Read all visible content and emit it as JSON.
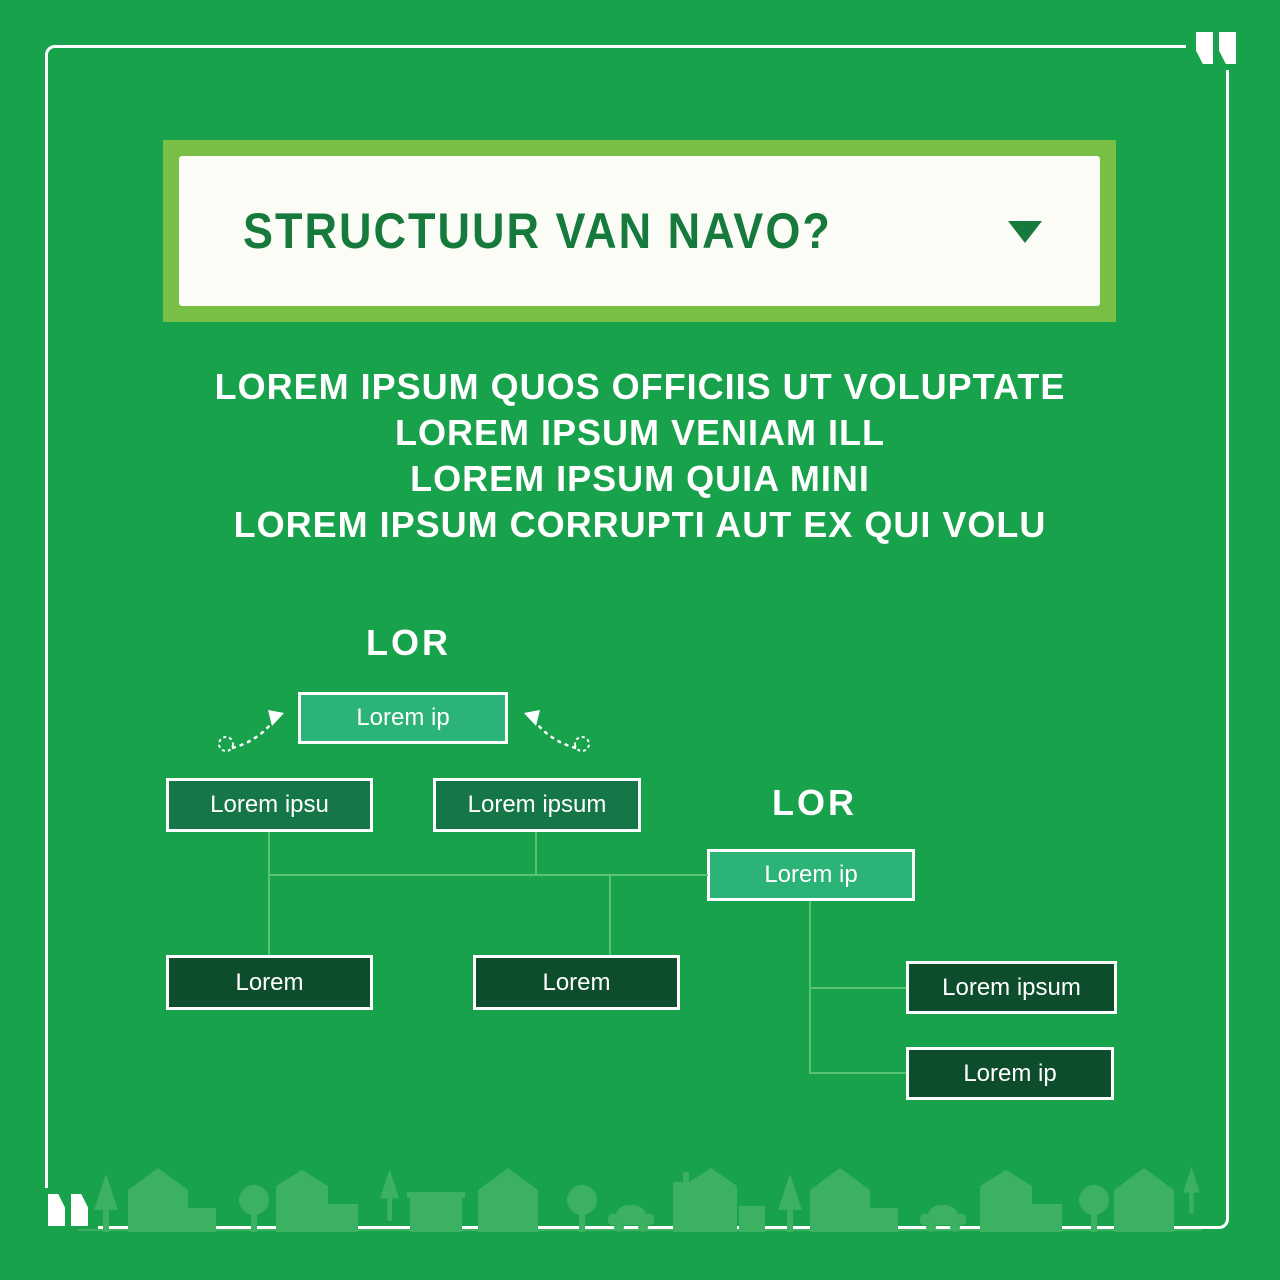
{
  "header": {
    "title": "STRUCTUUR VAN NAVO?"
  },
  "intro_lines": [
    "LOREM IPSUM QUOS OFFICIIS UT VOLUPTATE",
    "LOREM IPSUM VENIAM ILL",
    "LOREM IPSUM QUIA MINI",
    "LOREM IPSUM CORRUPTI AUT EX QUI VOLU"
  ],
  "diagram": {
    "left_tree": {
      "label": "LOR",
      "root": "Lorem ip",
      "children": [
        "Lorem ipsu",
        "Lorem ipsum"
      ],
      "leaves": [
        "Lorem",
        "Lorem"
      ]
    },
    "right_tree": {
      "label": "LOR",
      "root": "Lorem ip",
      "leaves": [
        "Lorem ipsum",
        "Lorem ip"
      ]
    }
  },
  "icons": {
    "dropdown": "triangle-down-icon",
    "corner_marks": "double-quote-icon",
    "arrows": "dashed-curved-arrow-icon",
    "footer": "city-skyline-illustration"
  },
  "colors": {
    "background": "#19a24c",
    "frame_border": "#ffffff",
    "header_border": "#7abf45",
    "header_background": "#fcfcf7",
    "title_text": "#177a3d",
    "intro_text": "#ffffff",
    "node_root": "#2cb377",
    "node_child": "#157647",
    "node_leaf": "#0e4d2c",
    "connector": "#58c472",
    "skyline": "#3cb161"
  }
}
